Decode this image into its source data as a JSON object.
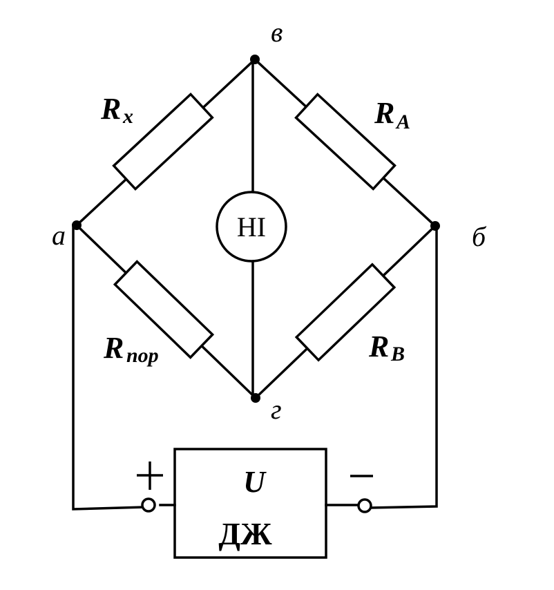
{
  "diagram": {
    "type": "wheatstone-bridge",
    "nodes": {
      "top": "в",
      "left": "а",
      "right": "б",
      "bottom": "г"
    },
    "resistors": {
      "top_left": {
        "main": "R",
        "sub": "x"
      },
      "top_right": {
        "main": "R",
        "sub": "A"
      },
      "bottom_left": {
        "main": "R",
        "sub": "пор"
      },
      "bottom_right": {
        "main": "R",
        "sub": "B"
      }
    },
    "null_indicator": {
      "label": "НІ"
    },
    "source": {
      "voltage_label": "U",
      "name": "ДЖ",
      "plus_sign": "+",
      "minus_sign": "−"
    }
  }
}
